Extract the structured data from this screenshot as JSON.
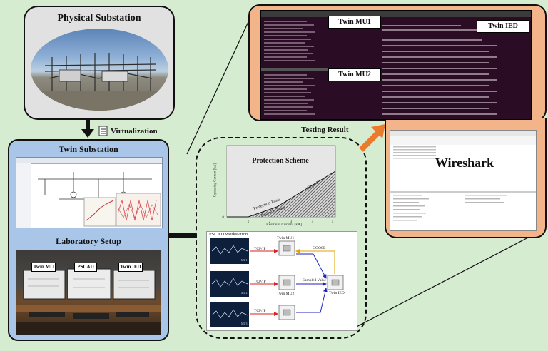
{
  "physical_substation": {
    "title": "Physical Substation"
  },
  "virtualization": {
    "label": "Virtualization"
  },
  "twin_substation": {
    "title": "Twin Substation"
  },
  "lab_setup": {
    "title": "Laboratory Setup",
    "monitor_labels": [
      "Twin MU",
      "PSCAD",
      "Twin IED"
    ]
  },
  "protection": {
    "title": "Protection Scheme",
    "ylabel": "Operating Current [kA]",
    "xlabel": "Restraint Current [kA]",
    "zone_protection": "Protection Zone",
    "zone_restraint": "Restraint Zone",
    "slope_label": "Slope 2"
  },
  "pscad_workstation": {
    "title": "PSCAD Workstation",
    "links": [
      "TCP/IP",
      "TCP/IP",
      "TCP/IP"
    ],
    "goose": "GOOSE",
    "sv": "Sampled Value",
    "mu1": "Twin MU1",
    "mu2": "Twin MU2",
    "ied": "Twin IED",
    "legends": [
      "MU1",
      "MU2",
      "MU3"
    ]
  },
  "testing_result": {
    "label": "Testing Result"
  },
  "terminal": {
    "mu1_label": "Twin MU1",
    "mu2_label": "Twin MU2",
    "ied_label": "Twin IED"
  },
  "wireshark": {
    "label": "Wireshark"
  }
}
